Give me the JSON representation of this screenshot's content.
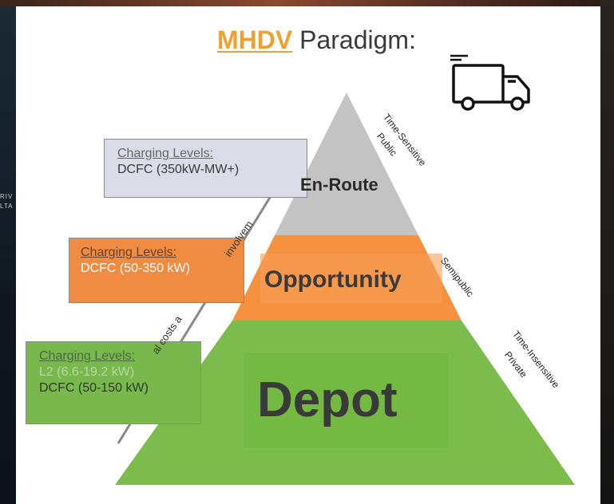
{
  "background": {
    "edge_line1": "RIV",
    "edge_line2": "LTA"
  },
  "title": {
    "accent": "MHDV",
    "rest": "Paradigm:"
  },
  "colors": {
    "enroute": "#c3c3c3",
    "opportunity": "#f4903e",
    "depot": "#7cbc4c",
    "title_accent": "#f0a030"
  },
  "icons": [
    "truck-icon",
    "arrow-up-right-icon"
  ],
  "tiers": {
    "enroute": "En-Route",
    "opportunity": "Opportunity",
    "depot": "Depot"
  },
  "boxes": {
    "enroute": {
      "header": "Charging Levels:",
      "line1": "DCFC (350kW-MW+)"
    },
    "opportunity": {
      "header": "Charging Levels:",
      "line1": "DCFC (50-350 kW)"
    },
    "depot": {
      "header": "Charging Levels:",
      "line1": "L2 (6.6-19.2 kW)",
      "line2": "DCFC (50-150 kW)"
    }
  },
  "side_labels": {
    "top_1": "Time-Sensitive",
    "top_2": "Public",
    "middle": "Semipublic",
    "bottom_1": "Time-Insensitive",
    "bottom_2": "Private"
  },
  "arrow_text": {
    "upper": "involvem",
    "lower": "al costs a"
  }
}
